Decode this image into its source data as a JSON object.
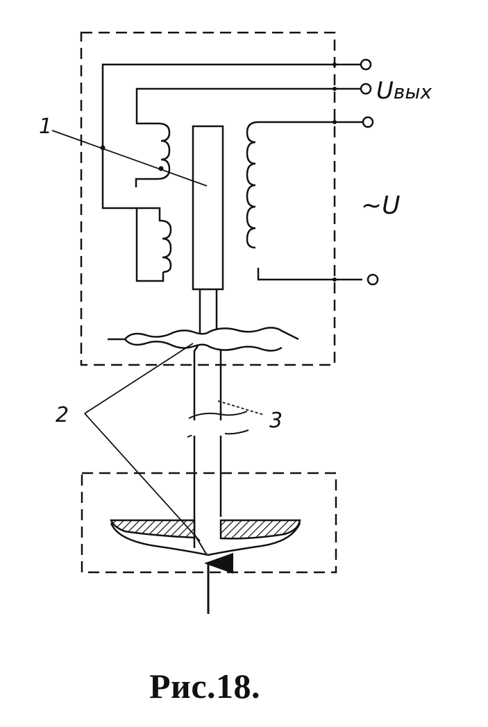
{
  "labels": {
    "core": "1",
    "membranes": "2",
    "rod": "3",
    "output": "U",
    "output_subscript": "вых",
    "supply": "~U"
  },
  "caption": "Рис.18."
}
